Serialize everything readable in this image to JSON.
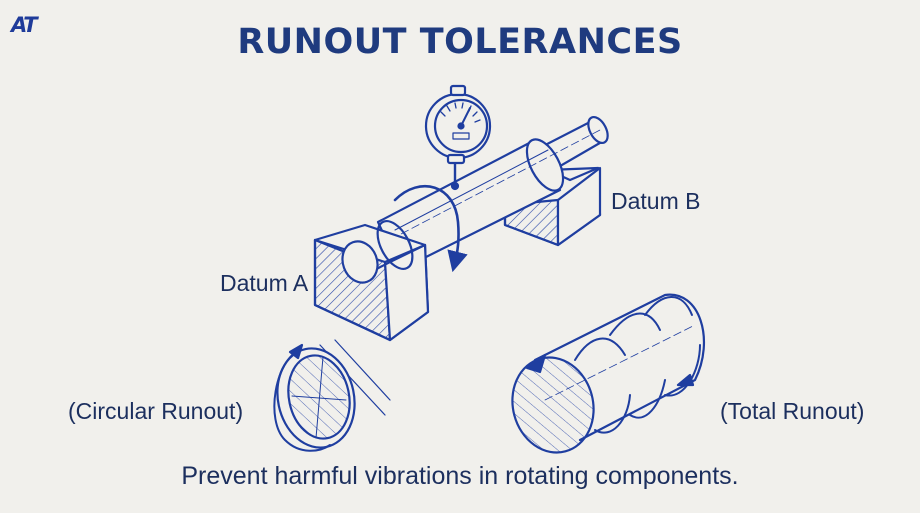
{
  "brand": {
    "logo_text": "AT"
  },
  "title": "RUNOUT TOLERANCES",
  "labels": {
    "datum_a": "Datum A",
    "datum_b": "Datum B",
    "circular": "(Circular Runout)",
    "total": "(Total Runout)"
  },
  "caption": "Prevent harmful vibrations in rotating components.",
  "colors": {
    "ink": "#1f3ea0",
    "text": "#1c2f5e",
    "background": "#f1f0ec"
  },
  "icons": [
    "dial-indicator-icon",
    "rotation-arrow-icon"
  ]
}
